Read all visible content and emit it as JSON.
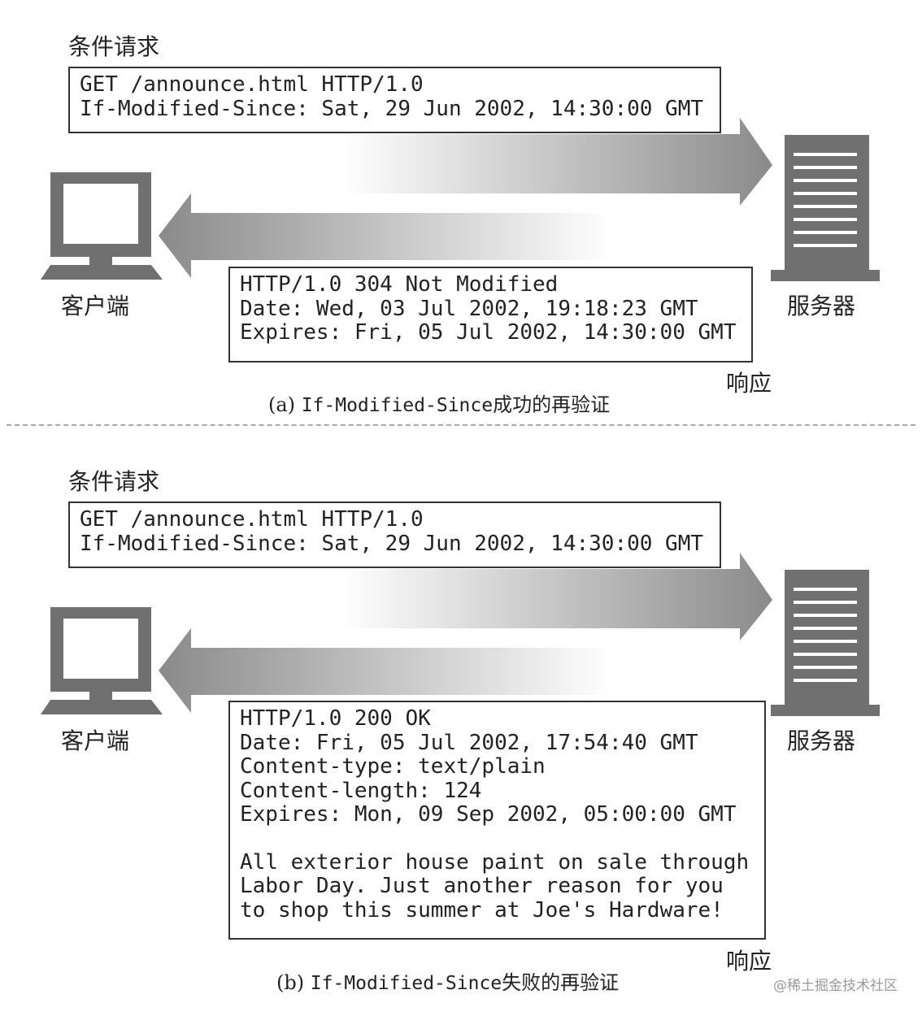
{
  "panel_a": {
    "request_label": "条件请求",
    "request_lines": [
      "GET /announce.html HTTP/1.0",
      "If-Modified-Since: Sat, 29 Jun 2002, 14:30:00 GMT"
    ],
    "client_label": "客户端",
    "server_label": "服务器",
    "response_lines": [
      "HTTP/1.0 304 Not Modified",
      "Date: Wed, 03 Jul 2002, 19:18:23 GMT",
      "Expires: Fri, 05 Jul 2002, 14:30:00 GMT"
    ],
    "response_label": "响应",
    "caption_prefix": "(a)",
    "caption_code": "If-Modified-Since",
    "caption_text": "成功的再验证"
  },
  "panel_b": {
    "request_label": "条件请求",
    "request_lines": [
      "GET /announce.html HTTP/1.0",
      "If-Modified-Since: Sat, 29 Jun 2002, 14:30:00 GMT"
    ],
    "client_label": "客户端",
    "server_label": "服务器",
    "response_lines": [
      "HTTP/1.0 200 OK",
      "Date: Fri, 05 Jul 2002, 17:54:40 GMT",
      "Content-type: text/plain",
      "Content-length: 124",
      "Expires: Mon, 09 Sep 2002, 05:00:00 GMT"
    ],
    "response_body": [
      "All exterior house paint on sale through",
      "Labor Day. Just another reason for you",
      "to shop this summer at Joe's Hardware!"
    ],
    "response_label": "响应",
    "caption_prefix": "(b)",
    "caption_code": "If-Modified-Since",
    "caption_text": "失败的再验证"
  },
  "watermark": "@稀土掘金技术社区",
  "colors": {
    "icon": "#707070",
    "arrow_dark": "#8a8a8a",
    "arrow_light": "#ffffff",
    "border": "#333333"
  }
}
